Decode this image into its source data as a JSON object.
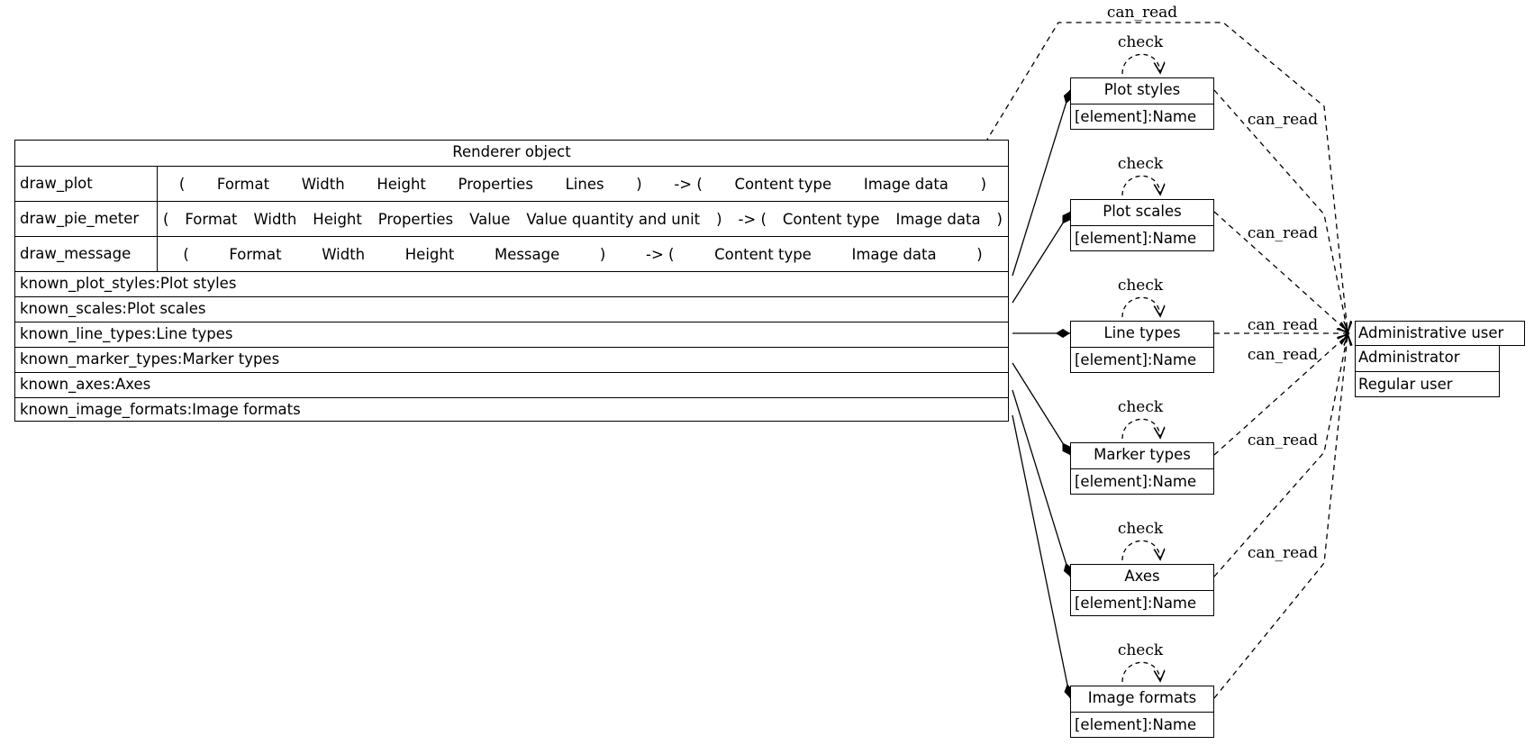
{
  "renderer": {
    "title": "Renderer object",
    "methods": [
      {
        "name": "draw_plot",
        "sig": [
          "(",
          "Format",
          "Width",
          "Height",
          "Properties",
          "Lines",
          ")",
          "-> (",
          "Content type",
          "Image data",
          ")"
        ]
      },
      {
        "name": "draw_pie_meter",
        "sig": [
          "(",
          "Format",
          "Width",
          "Height",
          "Properties",
          "Value",
          "Value quantity and unit",
          ")",
          "-> (",
          "Content type",
          "Image data",
          ")"
        ]
      },
      {
        "name": "draw_message",
        "sig": [
          "(",
          "Format",
          "Width",
          "Height",
          "Message",
          ")",
          "-> (",
          "Content type",
          "Image data",
          ")"
        ]
      }
    ],
    "fields": [
      "known_plot_styles:Plot styles",
      "known_scales:Plot scales",
      "known_line_types:Line types",
      "known_marker_types:Marker types",
      "known_axes:Axes",
      "known_image_formats:Image formats"
    ]
  },
  "elements": [
    {
      "title": "Plot styles",
      "field": "[element]:Name"
    },
    {
      "title": "Plot scales",
      "field": "[element]:Name"
    },
    {
      "title": "Line types",
      "field": "[element]:Name"
    },
    {
      "title": "Marker types",
      "field": "[element]:Name"
    },
    {
      "title": "Axes",
      "field": "[element]:Name"
    },
    {
      "title": "Image formats",
      "field": "[element]:Name"
    }
  ],
  "users": {
    "title": "Administrative user",
    "roles": [
      "Administrator",
      "Regular user"
    ]
  },
  "edge_labels": {
    "check": "check",
    "can_read": "can_read"
  }
}
